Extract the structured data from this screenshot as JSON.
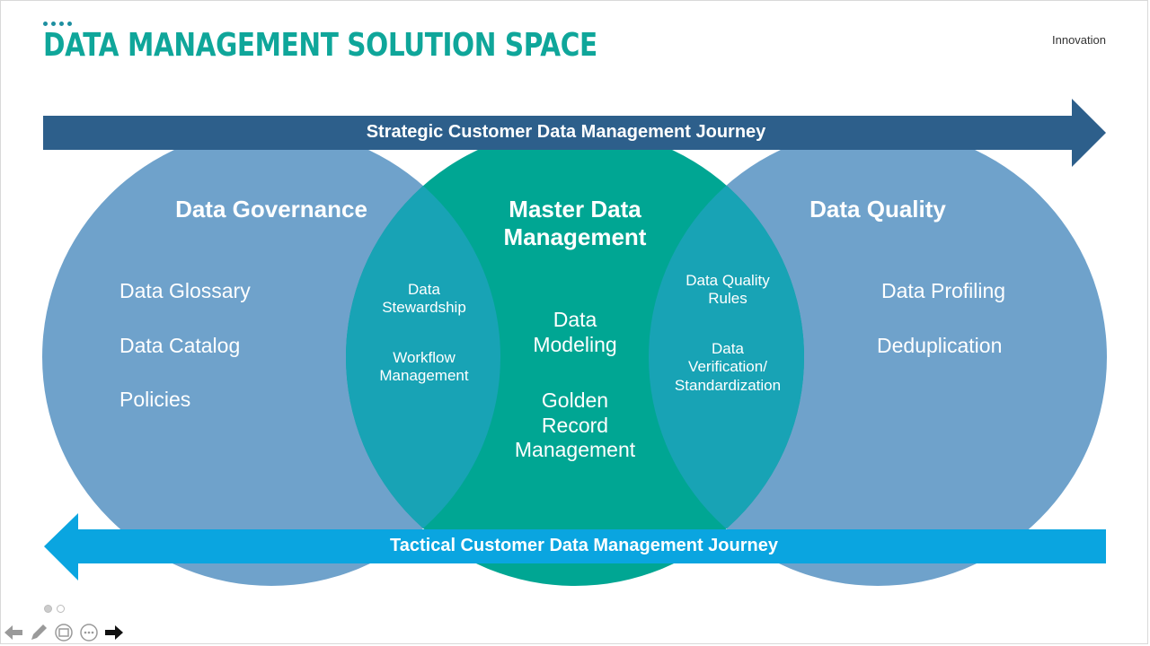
{
  "header": {
    "title": "DATA MANAGEMENT SOLUTION SPACE",
    "section": "Innovation"
  },
  "arrows": {
    "strategic": "Strategic Customer Data Management Journey",
    "tactical": "Tactical Customer Data Management Journey"
  },
  "governance": {
    "title": "Data Governance",
    "items": [
      "Data Glossary",
      "Data Catalog",
      "Policies"
    ]
  },
  "mdm": {
    "title_line1": "Master Data",
    "title_line2": "Management",
    "item1_line1": "Data",
    "item1_line2": "Modeling",
    "item2_line1": "Golden",
    "item2_line2": "Record",
    "item2_line3": "Management"
  },
  "quality": {
    "title": "Data Quality",
    "items": [
      "Data Profiling",
      "Deduplication"
    ]
  },
  "overlap_left": {
    "item1_line1": "Data",
    "item1_line2": "Stewardship",
    "item2_line1": "Workflow",
    "item2_line2": "Management"
  },
  "overlap_right": {
    "item1_line1": "Data Quality",
    "item1_line2": "Rules",
    "item2_line1": "Data",
    "item2_line2": "Verification/",
    "item2_line3": "Standardization"
  },
  "colors": {
    "title": "#0fa69a",
    "governance_circle": "#6fa2cb",
    "mdm_circle": "#00a693",
    "overlap": "#18a3b5",
    "strategic_arrow": "#2d5f8b",
    "tactical_arrow": "#0aa5e0"
  }
}
